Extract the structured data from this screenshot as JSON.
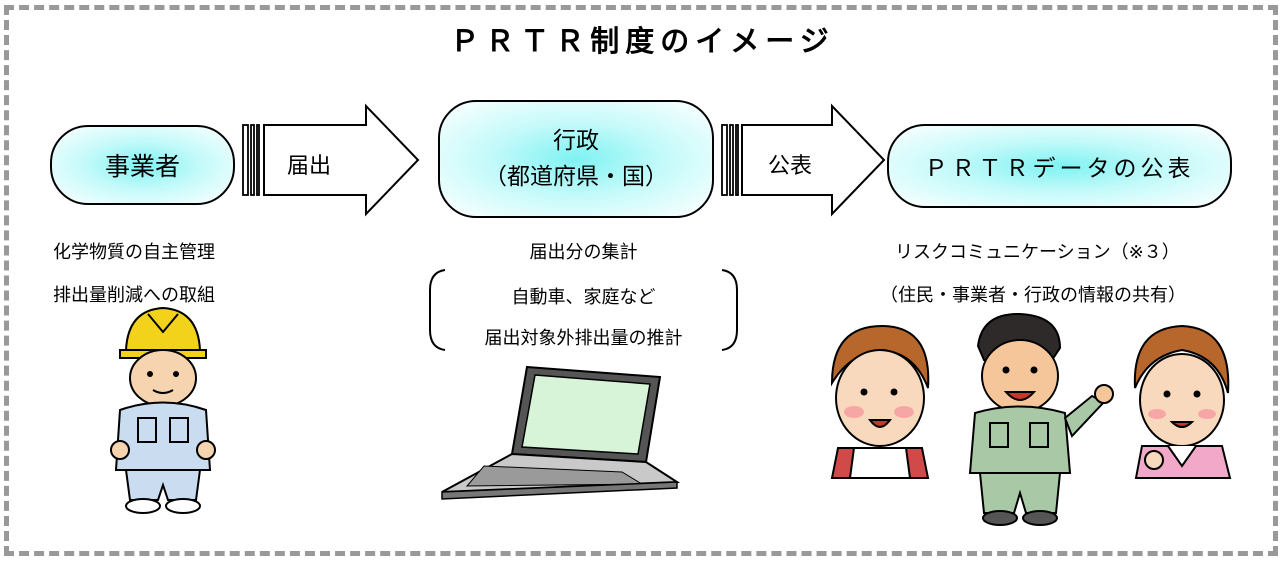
{
  "title": "ＰＲＴＲ制度のイメージ",
  "nodes": {
    "business": "事業者",
    "gov_line1": "行政",
    "gov_line2": "（都道府県・国）",
    "publish_node": "ＰＲＴＲデータの公表"
  },
  "arrows": {
    "report": "届出",
    "publish": "公表"
  },
  "business_notes": {
    "line1": "化学物質の自主管理",
    "line2": "排出量削減への取組"
  },
  "gov_notes": {
    "line1": "届出分の集計",
    "line2": "自動車、家庭など",
    "line3": "届出対象外排出量の推計"
  },
  "risk_notes": {
    "line1": "リスクコミュニケーション（※３）",
    "line2": "（住民・事業者・行政の情報の共有）"
  },
  "illustrations": [
    "worker-with-helmet",
    "laptop",
    "three-people"
  ],
  "colors": {
    "pill_center": "#7ff2f2",
    "border": "#999999",
    "helmet": "#f2d21a",
    "uniform": "#c9dcf0",
    "green_uniform": "#a9c9a6"
  }
}
